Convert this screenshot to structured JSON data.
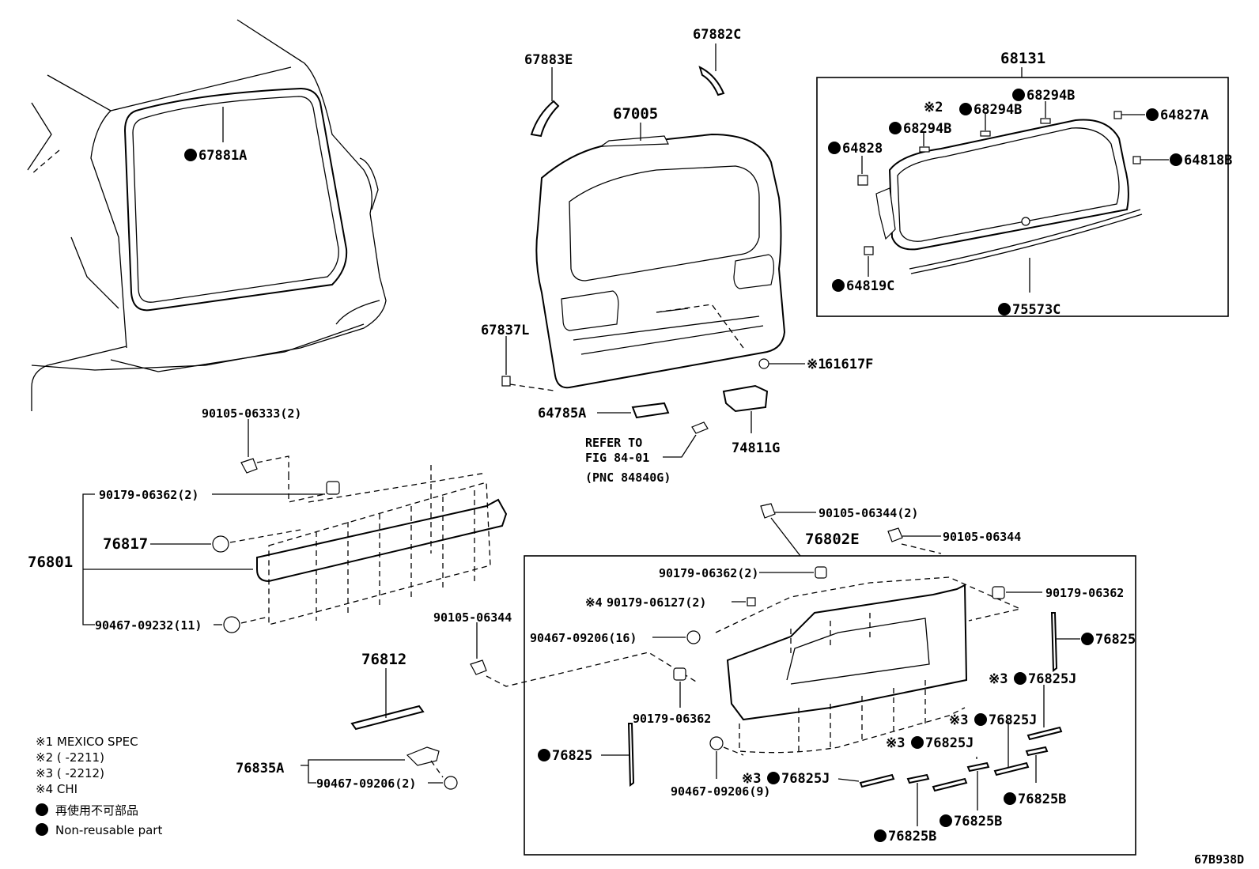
{
  "labels": {
    "p67881A": "67881A",
    "p67883E": "67883E",
    "p67882C": "67882C",
    "p67005": "67005",
    "p68131": "68131",
    "p68294B_a": "68294B",
    "p68294B_b": "68294B",
    "p68294B_c": "68294B",
    "p64827A": "64827A",
    "p64828": "64828",
    "p64818B": "64818B",
    "p64819C": "64819C",
    "p75573C": "75573C",
    "p67837L": "67837L",
    "p61617F": "61617F",
    "p64785A": "64785A",
    "p74811G": "74811G",
    "refer1": "REFER TO",
    "refer2": "FIG 84-01",
    "refer3": "(PNC 84840G)",
    "p90105_06333": "90105-06333(2)",
    "p90179_06362_2a": "90179-06362(2)",
    "p76817": "76817",
    "p76801": "76801",
    "p90467_09232": "90467-09232(11)",
    "p90105_06344_l": "90105-06344",
    "p76812": "76812",
    "p76835A": "76835A",
    "p90467_09206_2": "90467-09206(2)",
    "p90105_06344_2": "90105-06344(2)",
    "p76802E": "76802E",
    "p90105_06344_r": "90105-06344",
    "p90179_06362_2b": "90179-06362(2)",
    "p90179_06127": "90179-06127(2)",
    "p90467_09206_16": "90467-09206(16)",
    "p90179_06362_r": "90179-06362",
    "p76825_r": "76825",
    "p76825J_1": "76825J",
    "p90179_06362_c": "90179-06362",
    "p76825J_2": "76825J",
    "p76825_l": "76825",
    "p76825J_3": "76825J",
    "p76825J_4": "76825J",
    "p90467_09206_9": "90467-09206(9)",
    "p76825B_r": "76825B",
    "p76825B_m": "76825B",
    "p76825B_l": "76825B",
    "diagram_code": "67B938D"
  },
  "marks": {
    "m1": "※1",
    "m2": "※2",
    "m3": "※3",
    "m4": "※4"
  },
  "legend": {
    "l1": "※1 MEXICO SPEC",
    "l2": "※2 (      -2211)",
    "l3": "※3 (      -2212)",
    "l4": "※4 CHI",
    "l5": "再使用不可部品",
    "l6": "Non-reusable part"
  }
}
